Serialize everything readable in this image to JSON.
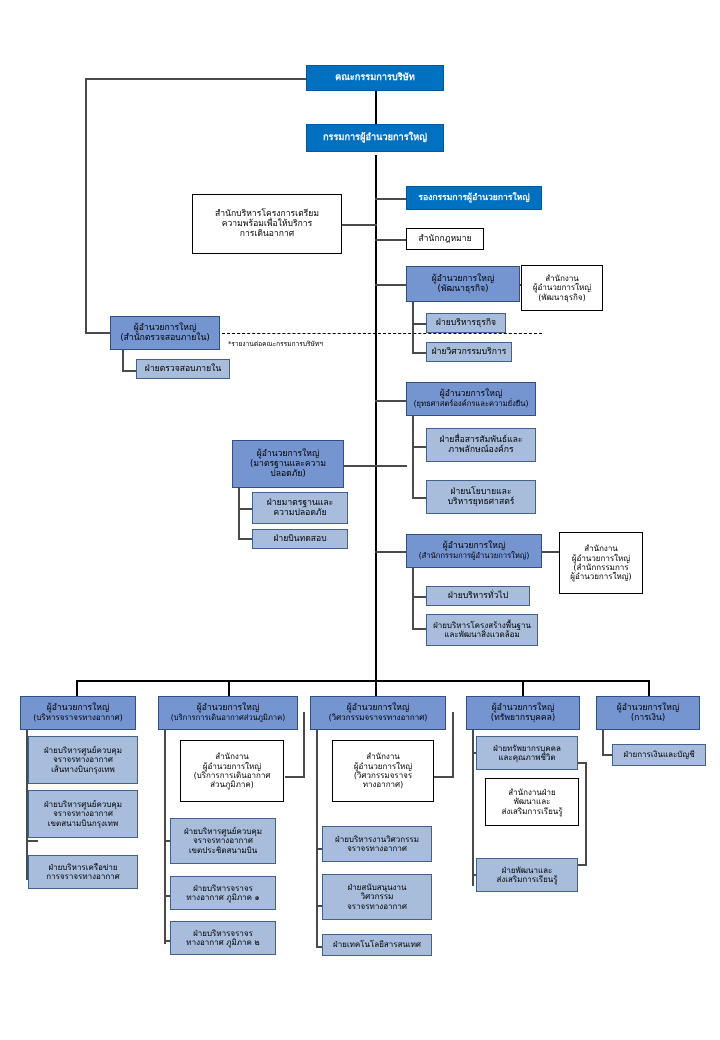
{
  "chart_title": "",
  "colors": {
    "level1": "#0070C0",
    "level2": "#7595D0",
    "level3": "#A8BCDC",
    "office": "#FFFFFF",
    "line": "#4A4A4A"
  },
  "annotations": {
    "audit_reporting_note": "*รายงานต่อคณะกรรมการบริษัทฯ"
  },
  "top": {
    "board": "คณะกรรมการบริษัท",
    "president": "กรรมการผู้อำนวยการใหญ่",
    "svp": "รองกรรมการผู้อำนวยการใหญ่",
    "legal_office": "สำนักกฎหมาย",
    "readiness_office_l1": "สำนักบริหารโครงการเตรียม",
    "readiness_office_l2": "ความพร้อมเพื่อให้บริการ",
    "readiness_office_l3": "การเดินอากาศ"
  },
  "audit": {
    "director_l1": "ผู้อำนวยการใหญ่",
    "director_l2": "(สำนักตรวจสอบภายใน)",
    "dept": "ฝ่ายตรวจสอบภายใน"
  },
  "divisions": [
    {
      "id": "business-development",
      "director_l1": "ผู้อำนวยการใหญ่",
      "director_l2": "(พัฒนาธุรกิจ)",
      "office": [
        "สำนักงาน",
        "ผู้อำนวยการใหญ่",
        "(พัฒนาธุรกิจ)"
      ],
      "departments": [
        [
          "ฝ่ายบริหารธุรกิจ"
        ],
        [
          "ฝ่ายวิศวกรรมบริการ"
        ]
      ]
    },
    {
      "id": "standards-safety",
      "director_l1": "ผู้อำนวยการใหญ่",
      "director_l2": "(มาตรฐานและความ",
      "director_l3": "ปลอดภัย)",
      "office": [],
      "departments": [
        [
          "ฝ่ายมาตรฐานและ",
          "ความปลอดภัย"
        ],
        [
          "ฝ่ายบินทดสอบ"
        ]
      ]
    },
    {
      "id": "strategy-sustainability",
      "director_l1": "ผู้อำนวยการใหญ่",
      "director_l2": "(ยุทธศาสตร์องค์กรและความยั่งยืน)",
      "office": [],
      "departments": [
        [
          "ฝ่ายสื่อสารสัมพันธ์และ",
          "ภาพลักษณ์องค์กร"
        ],
        [
          "ฝ่ายนโยบายและ",
          "บริหารยุทธศาสตร์"
        ]
      ]
    },
    {
      "id": "president-secretariat",
      "director_l1": "ผู้อำนวยการใหญ่",
      "director_l2": "(สำนักกรรมการผู้อำนวยการใหญ่)",
      "office": [
        "สำนักงาน",
        "ผู้อำนวยการใหญ่",
        "(สำนักกรรมการ",
        "ผู้อำนวยการใหญ่)"
      ],
      "departments": [
        [
          "ฝ่ายบริหารทั่วไป"
        ],
        [
          "ฝ่ายบริหารโครงสร้างพื้นฐาน",
          "และพัฒนาสิ่งแวดล้อม"
        ]
      ]
    }
  ],
  "bottom_divisions": [
    {
      "id": "atm-operations",
      "director_l1": "ผู้อำนวยการใหญ่",
      "director_l2": "(บริหารจราจรทางอากาศ)",
      "office": [],
      "departments": [
        [
          "ฝ่ายบริหารศูนย์ควบคุม",
          "จราจรทางอากาศ",
          "เส้นทางบินกรุงเทพ"
        ],
        [
          "ฝ่ายบริหารศูนย์ควบคุม",
          "จราจรทางอากาศ",
          "เขตสนามบินกรุงเทพ"
        ],
        [
          "ฝ่ายบริหารเครือข่าย",
          "การจราจรทางอากาศ"
        ]
      ]
    },
    {
      "id": "regional-ans",
      "director_l1": "ผู้อำนวยการใหญ่",
      "director_l2": "(บริการการเดินอากาศส่วนภูมิภาค)",
      "office": [
        "สำนักงาน",
        "ผู้อำนวยการใหญ่",
        "(บริการการเดินอากาศ",
        "ส่วนภูมิภาค)"
      ],
      "departments": [
        [
          "ฝ่ายบริหารศูนย์ควบคุม",
          "จราจรทางอากาศ",
          "เขตประชิดสนามบิน"
        ],
        [
          "ฝ่ายบริหารจราจร",
          "ทางอากาศ ภูมิภาค ๑"
        ],
        [
          "ฝ่ายบริหารจราจร",
          "ทางอากาศ ภูมิภาค ๒"
        ]
      ]
    },
    {
      "id": "atm-engineering",
      "director_l1": "ผู้อำนวยการใหญ่",
      "director_l2": "(วิศวกรรมจราจรทางอากาศ)",
      "office": [
        "สำนักงาน",
        "ผู้อำนวยการใหญ่",
        "(วิศวกรรมจราจร",
        "ทางอากาศ)"
      ],
      "departments": [
        [
          "ฝ่ายบริหารงานวิศวกรรม",
          "จราจรทางอากาศ"
        ],
        [
          "ฝ่ายสนับสนุนงาน",
          "วิศวกรรม",
          "จราจรทางอากาศ"
        ],
        [
          "ฝ่ายเทคโนโลยีสารสนเทศ"
        ]
      ]
    },
    {
      "id": "human-resources",
      "director_l1": "ผู้อำนวยการใหญ่",
      "director_l2": "(ทรัพยากรบุคคล)",
      "office": [
        "สำนักงานฝ่าย",
        "พัฒนาและ",
        "ส่งเสริมการเรียนรู้"
      ],
      "departments": [
        [
          "ฝ่ายทรัพยากรบุคคล",
          "และคุณภาพชีวิต"
        ],
        [
          "ฝ่ายพัฒนาและ",
          "ส่งเสริมการเรียนรู้"
        ]
      ]
    },
    {
      "id": "finance",
      "director_l1": "ผู้อำนวยการใหญ่",
      "director_l2": "(การเงิน)",
      "office": [],
      "departments": [
        [
          "ฝ่ายการเงินและบัญชี"
        ]
      ]
    }
  ]
}
